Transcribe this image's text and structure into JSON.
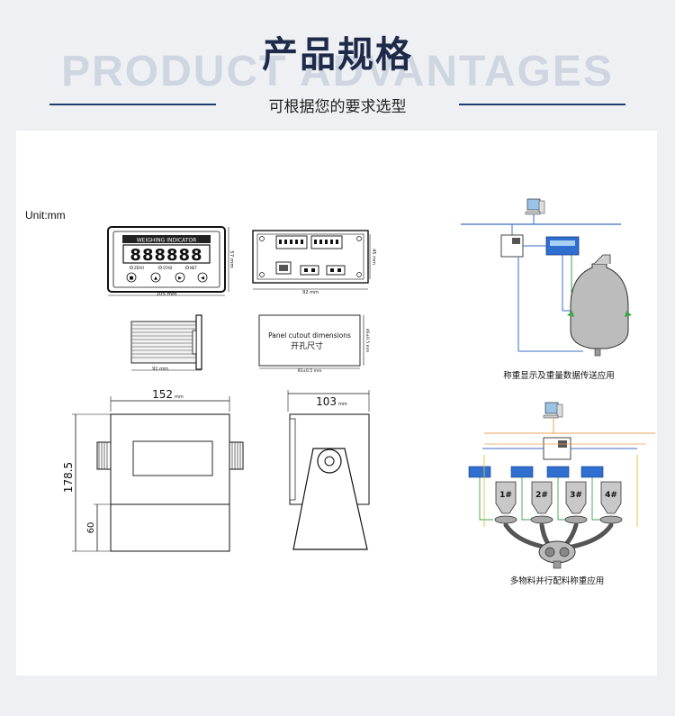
{
  "header": {
    "title": "产品规格",
    "background_text": "PRODUCT ADVANTAGES",
    "subtitle": "可根据您的要求选型"
  },
  "unit_label": "Unit:mm",
  "front_panel": {
    "title": "WEIGHING INDICATOR",
    "display": "888888",
    "indicators": [
      "ZERO",
      "STAB",
      "NET"
    ],
    "buttons": [
      "■",
      "▲",
      "▶",
      "◀"
    ],
    "dim_width": "105 mm",
    "dim_height": "57 mm"
  },
  "rear_panel": {
    "dim_width": "92 mm",
    "dim_height": "45 mm"
  },
  "side_view": {
    "dim_depth": "91 mm"
  },
  "cutout": {
    "label_en": "Panel cutout dimensions",
    "label_cn": "开孔尺寸",
    "dim_width": "93±0.5 mm",
    "dim_height": "46±0.5 mm"
  },
  "enclosure": {
    "dim_width": "152",
    "dim_width_unit": "mm",
    "dim_height": "178.5",
    "dim_base": "60",
    "dim_depth": "103",
    "dim_depth_unit": "mm"
  },
  "applications": {
    "app1_caption": "称重显示及重量数据传送应用",
    "app2_caption": "多物料并行配料称重应用",
    "hoppers": [
      "1#",
      "2#",
      "3#",
      "4#"
    ]
  },
  "colors": {
    "title": "#1d2a4a",
    "accent_line": "#1f3a6b",
    "bg_text": "#cfd6e1",
    "wire_blue": "#3a6fc4",
    "wire_green": "#3aa64a",
    "wire_orange": "#e8a15a",
    "wire_yellow": "#e0c040"
  }
}
